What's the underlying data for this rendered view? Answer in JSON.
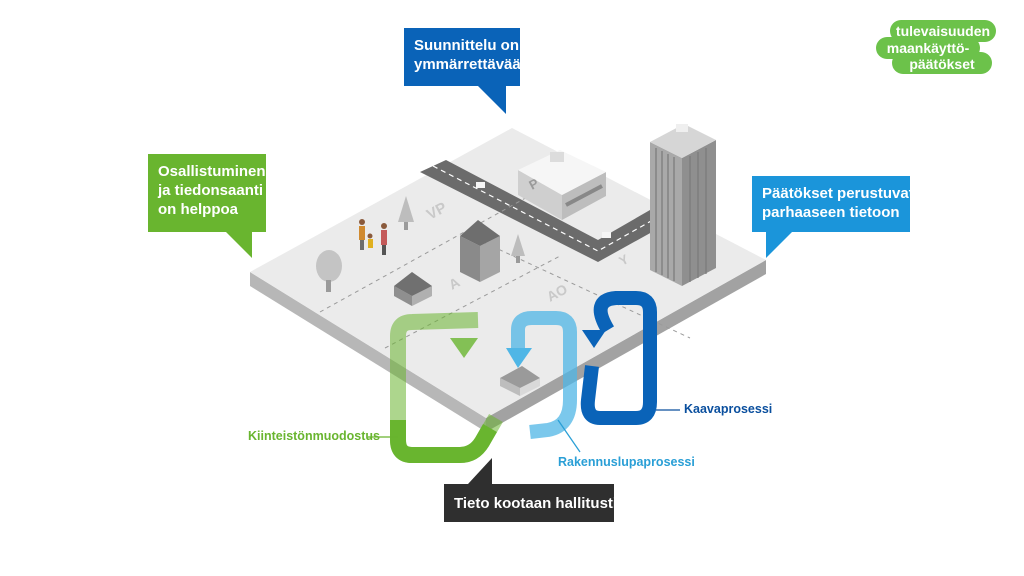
{
  "bubbles": {
    "top": {
      "lines": [
        "Suunnittelu on",
        "ymmärrettävää"
      ],
      "color": "#0a63b8"
    },
    "left": {
      "lines": [
        "Osallistuminen",
        "ja tiedonsaanti",
        "on helppoa"
      ],
      "color": "#69b52f"
    },
    "right": {
      "lines": [
        "Päätökset perustuvat",
        "parhaaseen tietoon"
      ],
      "color": "#1b95da"
    },
    "bottom": {
      "lines": [
        "Tieto kootaan hallitusti"
      ],
      "color": "#2f2f2f"
    }
  },
  "process_labels": {
    "kiinteisto": {
      "text": "Kiinteistönmuodostus",
      "color": "#69b52f"
    },
    "rakennuslupa": {
      "text": "Rakennuslupaprosessi",
      "color": "#2a9fd6"
    },
    "kaava": {
      "text": "Kaavaprosessi",
      "color": "#0a4f9e"
    }
  },
  "zone_labels": {
    "vp": "VP",
    "a": "A",
    "ao": "AO",
    "y": "Y",
    "p": "P"
  },
  "logo": {
    "lines": [
      "tulevaisuuden",
      "maankäyttö-",
      "päätökset"
    ],
    "color": "#6cc24a"
  }
}
